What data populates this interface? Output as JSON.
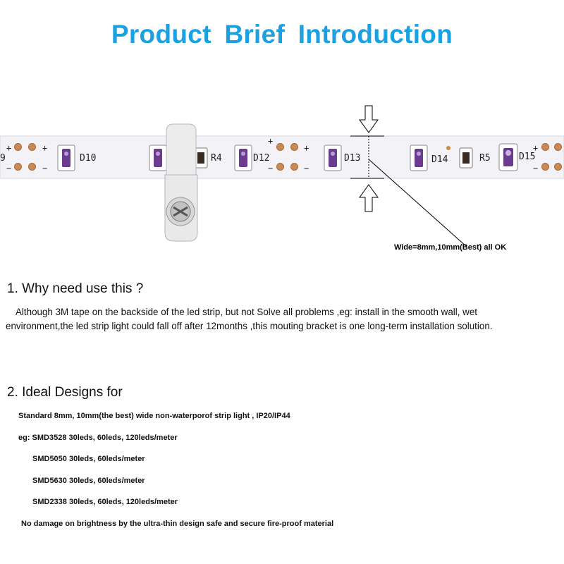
{
  "title": "Product  Brief  Introduction",
  "diagram": {
    "labels": {
      "d9": "9",
      "d10": "D10",
      "r4": "R4",
      "d12": "D12",
      "d13": "D13",
      "d14": "D14",
      "r5": "R5",
      "d15": "D15"
    },
    "plus": "+",
    "minus": "−",
    "width_note": "Wide=8mm,10mm(Best) all OK"
  },
  "section1": {
    "heading": "1. Why need use this ?",
    "line1": "Although 3M tape on the backside of the led strip, but not Solve all problems ,eg: install in the smooth wall, wet",
    "line2": "environment,the led strip light could fall off after 12months ,this mouting bracket is one long-term installation solution."
  },
  "section2": {
    "heading": "2. Ideal Designs for",
    "items": [
      "Standard 8mm, 10mm(the best) wide non-waterporof strip light ,  IP20/IP44",
      "eg:  SMD3528 30leds, 60leds, 120leds/meter",
      "SMD5050 30leds, 60leds/meter",
      "SMD5630 30leds, 60leds/meter",
      "SMD2338 30leds, 60leds, 120leds/meter",
      "No damage on brightness by the ultra-thin design safe and secure fire-proof material"
    ]
  },
  "colors": {
    "title": "#1ba1e2",
    "strip": "#f2f2f6",
    "pad": "#c98a57",
    "led": "#6a3b8f"
  }
}
